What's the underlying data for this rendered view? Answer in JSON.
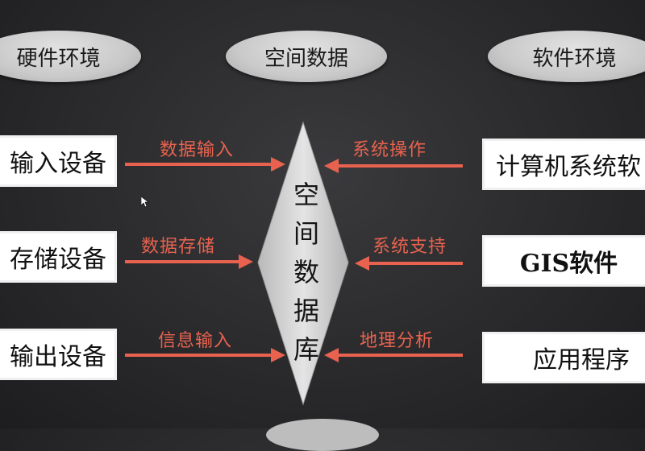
{
  "top_headers": {
    "hardware": "硬件环境",
    "spatial_data": "空间数据",
    "software": "软件环境"
  },
  "center": {
    "chars": [
      "空",
      "间",
      "数",
      "据",
      "库"
    ]
  },
  "left_boxes": [
    {
      "label": "输入设备"
    },
    {
      "label": "存储设备"
    },
    {
      "label": "输出设备"
    }
  ],
  "right_boxes": [
    {
      "label": "计算机系统软"
    },
    {
      "label": "GIS软件"
    },
    {
      "label": "应用程序"
    }
  ],
  "left_arrows": [
    {
      "label": "数据输入"
    },
    {
      "label": "数据存储"
    },
    {
      "label": "信息输入"
    }
  ],
  "right_arrows": [
    {
      "label": "系统操作"
    },
    {
      "label": "系统支持"
    },
    {
      "label": "地理分析"
    }
  ],
  "colors": {
    "arrow": "#e8624f",
    "diamond": "#d2d2d2",
    "box_border": "#f0f0f0"
  }
}
